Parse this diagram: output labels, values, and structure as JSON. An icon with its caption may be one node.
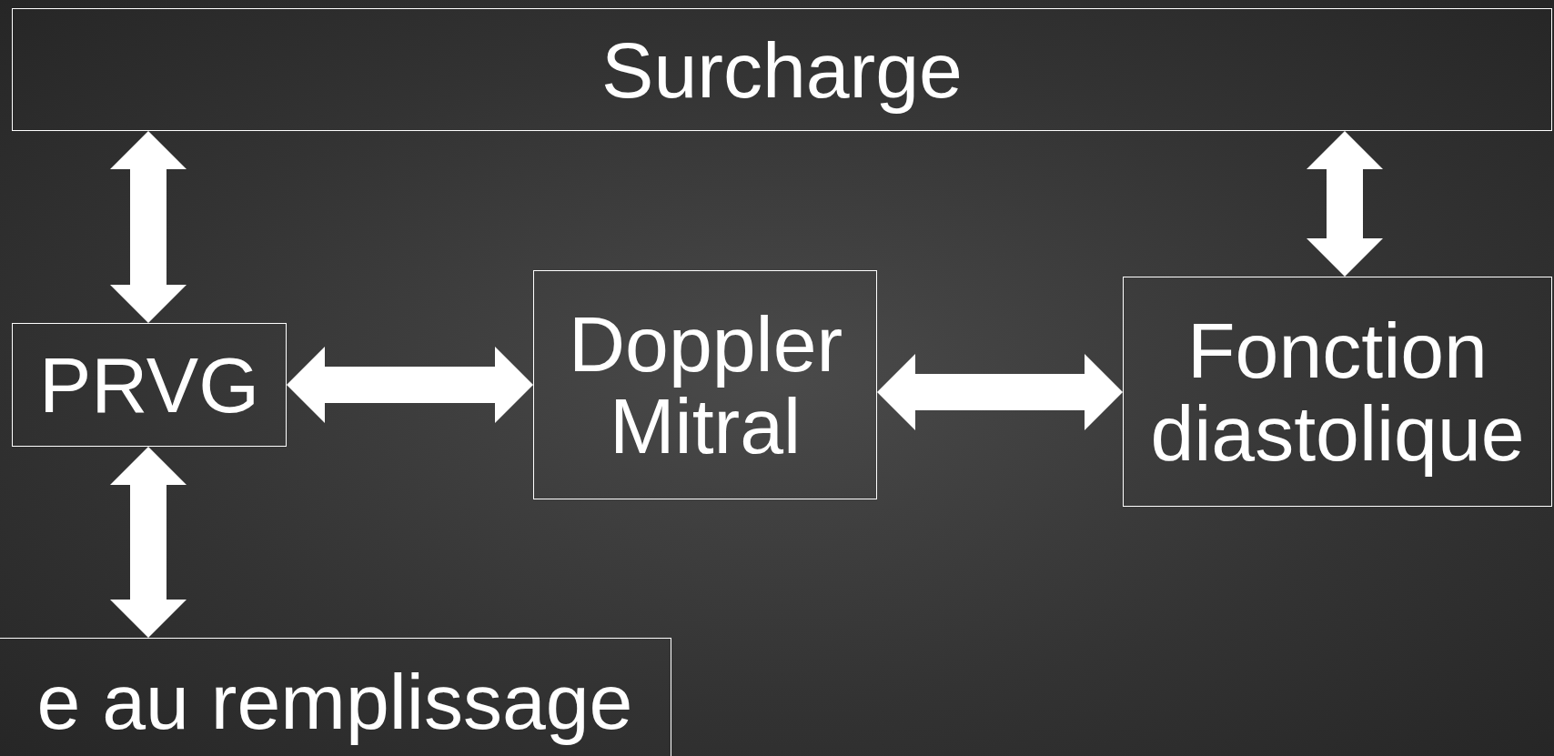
{
  "diagram": {
    "nodes": [
      {
        "text": [
          "Surcharge"
        ]
      },
      {
        "text": [
          "PRVG"
        ]
      },
      {
        "text": [
          "Doppler Mitral"
        ]
      },
      {
        "text": [
          "Fonction diastolique"
        ]
      },
      {
        "text": [
          "e au remplissage"
        ]
      }
    ],
    "edges": [
      {
        "from": 0,
        "to": 1,
        "arrow": "both",
        "style": "thick"
      },
      {
        "from": 1,
        "to": 4,
        "arrow": "both",
        "style": "thick"
      },
      {
        "from": 1,
        "to": 2,
        "arrow": "both",
        "style": "thick"
      },
      {
        "from": 2,
        "to": 3,
        "arrow": "both",
        "style": "thick"
      },
      {
        "from": 0,
        "to": 3,
        "arrow": "both",
        "style": "thick"
      }
    ]
  }
}
